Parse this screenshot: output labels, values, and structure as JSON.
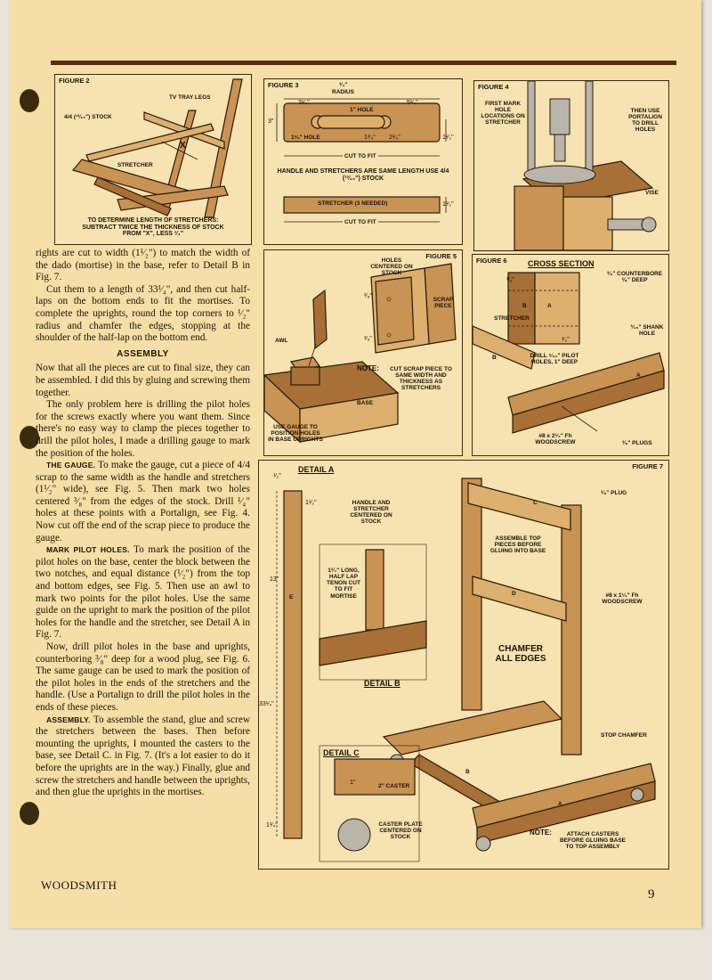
{
  "footer": {
    "publication": "WOODSMITH",
    "page_number": "9"
  },
  "figure2": {
    "title": "FIGURE 2",
    "labels": {
      "tv_tray_legs": "TV TRAY LEGS",
      "stock": "4/4 (¹³⁄₁₆\") STOCK",
      "x": "X",
      "stretcher": "STRETCHER"
    },
    "caption": "TO DETERMINE LENGTH OF STRETCHERS: SUBTRACT TWICE THE THICKNESS OF STOCK FROM \"X\", LESS ¹⁄₄\""
  },
  "figure3": {
    "title": "FIGURE 3",
    "labels": {
      "radius_value": "³⁄₄\"",
      "radius": "RADIUS",
      "d1": "3¹⁄₄\"",
      "hole1": "1\" HOLE",
      "d2": "5¹⁄₄\"",
      "d3": "3\"",
      "hole2": "1¹⁄₂\" HOLE",
      "d4": "1³⁄₄\"",
      "d5": "2¹⁄₄\"",
      "d6": "1¹⁄₂\"",
      "cut1": "CUT TO FIT",
      "note": "HANDLE AND STRETCHERS ARE SAME LENGTH USE 4/4 (¹³⁄₁₆\") STOCK",
      "stretcher": "STRETCHER (3 NEEDED)",
      "d7": "1¹⁄₂\"",
      "cut2": "CUT TO FIT"
    }
  },
  "figure4": {
    "title": "FIGURE 4",
    "labels": {
      "first": "FIRST MARK HOLE LOCATIONS ON STRETCHER",
      "then": "THEN USE PORTALIGN TO DRILL HOLES",
      "vise": "VISE"
    }
  },
  "figure5": {
    "title": "FIGURE 5",
    "labels": {
      "holes": "HOLES CENTERED ON STOCK",
      "scrap": "SCRAP PIECE",
      "d1": "³⁄₈\"",
      "d2": "³⁄₈\"",
      "awl": "AWL",
      "note_label": "NOTE:",
      "note": "CUT SCRAP PIECE TO SAME WIDTH AND THICKNESS AS STRETCHERS",
      "base": "BASE",
      "gauge": "USE GAUGE TO POSITION HOLES IN BASE UPRIGHTS"
    }
  },
  "figure6": {
    "title": "FIGURE 6",
    "labels": {
      "cross": "CROSS SECTION",
      "d1": "¹⁄₂\"",
      "counterbore": "³⁄₈\" COUNTERBORE ³⁄₈\" DEEP",
      "b1": "B",
      "a1": "A",
      "stretcher": "STRETCHER",
      "shank": "³⁄₁₆\" SHANK HOLE",
      "d2": "¹⁄₂\"",
      "drill": "DRILL ⁵⁄₃₂\" PILOT HOLES, 1\" DEEP",
      "b2": "B",
      "a2": "A",
      "screw": "#8 x 2¹⁄₄\" Fh WOODSCREW",
      "plugs": "³⁄₈\" PLUGS"
    }
  },
  "figure7": {
    "title": "FIGURE 7",
    "labels": {
      "detail_a": "DETAIL A",
      "d_half": "¹⁄₂\"",
      "d_1half": "1¹⁄₂\"",
      "handle_stretcher": "HANDLE AND STRETCHER CENTERED ON STOCK",
      "d_13": "13\"",
      "d_33": "33¹⁄₄\"",
      "d_134": "1³⁄₄\"",
      "e": "E",
      "tenon": "1³⁄₄\" LONG, HALF LAP TENON CUT TO FIT MORTISE",
      "detail_b": "DETAIL B",
      "plug": "³⁄₈\" PLUG",
      "assemble": "ASSEMBLE TOP PIECES BEFORE GLUING INTO BASE",
      "c": "C",
      "d": "D",
      "screw": "#8 x 1¹⁄₂\" Fh WOODSCREW",
      "chamfer": "CHAMFER ALL EDGES",
      "stop": "STOP CHAMFER",
      "detail_c": "DETAIL C",
      "d_1": "1\"",
      "caster": "2\" CASTER",
      "caster_plate": "CASTER PLATE CENTERED ON STOCK",
      "note_label": "NOTE:",
      "note": "ATTACH CASTERS BEFORE GLUING BASE TO TOP ASSEMBLY",
      "a": "A",
      "b": "B"
    }
  },
  "article": {
    "p1": "rights are cut to width (1¹⁄₂\") to match the width of the dado (mortise) in the base, refer to Detail B in Fig. 7.",
    "p2": "Cut them to a length of 33¹⁄₄\", and then cut half-laps on the bottom ends to fit the mortises. To complete the uprights, round the top corners to ¹⁄₂\" radius and chamfer the edges, stopping at the shoulder of the half-lap on the bottom end.",
    "h_assembly": "ASSEMBLY",
    "p3": "Now that all the pieces are cut to final size, they can be assembled. I did this by gluing and screwing them together.",
    "p4": "The only problem here is drilling the pilot holes for the screws exactly where you want them. Since there's no easy way to clamp the pieces together to drill the pilot holes, I made a drilling gauge to mark the position of the holes.",
    "rh_gauge": "THE GAUGE.",
    "p5": "To make the gauge, cut a piece of 4/4 scrap to the same width as the handle and stretchers (1¹⁄₂\" wide), see Fig. 5. Then mark two holes centered ³⁄₈\" from the edges of the stock. Drill ¹⁄₄\" holes at these points with a Portalign, see Fig. 4. Now cut off the end of the scrap piece to produce the gauge.",
    "rh_pilot": "MARK PILOT HOLES.",
    "p6": "To mark the position of the pilot holes on the base, center the block between the two notches, and equal distance (¹⁄₂\") from the top and bottom edges, see Fig. 5. Then use an awl to mark two points for the pilot holes. Use the same guide on the upright to mark the position of the pilot holes for the handle and the stretcher, see Detail A in Fig. 7.",
    "p7": "Now, drill pilot holes in the base and uprights, counterboring ³⁄₈\" deep for a wood plug, see Fig. 6. The same gauge can be used to mark the position of the pilot holes in the ends of the stretchers and the handle. (Use a Portalign to drill the pilot holes in the ends of these pieces.",
    "rh_assembly": "ASSEMBLY.",
    "p8": "To assemble the stand, glue and screw the stretchers between the bases. Then before mounting the uprights, I mounted the casters to the base, see Detail C. in Fig. 7. (It's a lot easier to do it before the uprights are in the way.) Finally, glue and screw the stretchers and handle between the uprights, and then glue the uprights in the mortises."
  }
}
